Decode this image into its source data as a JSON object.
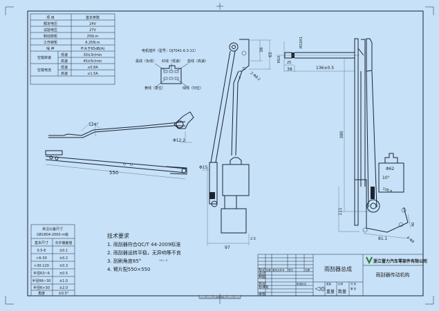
{
  "colors": {
    "background": "#c6e1f8",
    "line": "#1a2330"
  },
  "spec_table": {
    "header": [
      "项  目",
      "基本参数"
    ],
    "rows": [
      {
        "label": "额定电压",
        "value": "24V"
      },
      {
        "label": "试验电压",
        "value": "27V"
      },
      {
        "label": "制动转矩",
        "value": "25N.m"
      },
      {
        "label": "工作转矩",
        "value": "6.25N.m"
      },
      {
        "label": "噪  声",
        "value": "不大于65dB(A)"
      }
    ],
    "speed_group": "空载转速",
    "speed_rows": [
      {
        "label": "低速",
        "value": "30±3r/min"
      },
      {
        "label": "高速",
        "value": "45±5r/min"
      }
    ],
    "current_group": "空载电流",
    "current_rows": [
      {
        "label": "低速",
        "value": "≤0.8A"
      },
      {
        "label": "高速",
        "value": "≤1.5A"
      }
    ]
  },
  "connector": {
    "title": "电机插件（型号：DJ7041-6.3-11）",
    "labels": [
      "黑线（负线）",
      "红线（低速）",
      "蓝线（高速）",
      "黄线（复位）",
      "绿线（归位）"
    ]
  },
  "tolerance_table": {
    "title1": "未注公差尺寸",
    "title2": "GB1804-2000 m级",
    "header": [
      "基本尺寸",
      "允许偏差值"
    ],
    "rows": [
      [
        "0.5-6",
        "±0.1"
      ],
      [
        ">6-30",
        "±0.2"
      ],
      [
        ">30-120",
        "±0.3"
      ],
      [
        "半径R3~6",
        "±0.5"
      ],
      [
        "半径R6~30",
        "±1.0"
      ],
      [
        "半径R>30",
        "±2.0"
      ],
      [
        "角度",
        "±0.5°"
      ]
    ]
  },
  "tech_requirements": {
    "title": "技术要求",
    "items": [
      "1. 雨刮器符合QC/T 44-2009标准",
      "2. 雨刮器运转平稳，无异响等不良",
      "3. 刮刷角度85°",
      "4. 臂片配550×550"
    ],
    "angle_tol": "+0 / -5"
  },
  "dimensions": {
    "arm_angle": "124°",
    "blade_length": "550",
    "d_12_2": "Φ12.2",
    "d15": "Φ15",
    "w97": "97",
    "t2_5": "2.5",
    "h65": "65",
    "h36": "36",
    "h3": "3",
    "holes_2": "2-Φ8.2",
    "m10": "M10",
    "m10x1": "M10X1",
    "l25": "25",
    "l38": "38",
    "l136": "136±0.5",
    "h380": "380",
    "h111": "111",
    "d62": "Φ62",
    "a10": "10°",
    "l108": "108.8",
    "l81": "81.1",
    "h40": "40",
    "holes_4": "4-Φ8"
  },
  "title_block": {
    "drawing_name": "雨刮器总成",
    "company": "浙江雷力汽车零部件有限公司",
    "part_name": "雨刮器传动机构",
    "row_labels": [
      "标记",
      "设计",
      "制图",
      "校对",
      "标准化",
      "审核"
    ],
    "col_labels": [
      "处数",
      "更改文件号",
      "签字",
      "日期"
    ],
    "fields": [
      "阶段标记",
      "重量",
      "比例",
      "共 张",
      "第 张"
    ],
    "weight_label": "重量",
    "qty_label": "数量"
  }
}
